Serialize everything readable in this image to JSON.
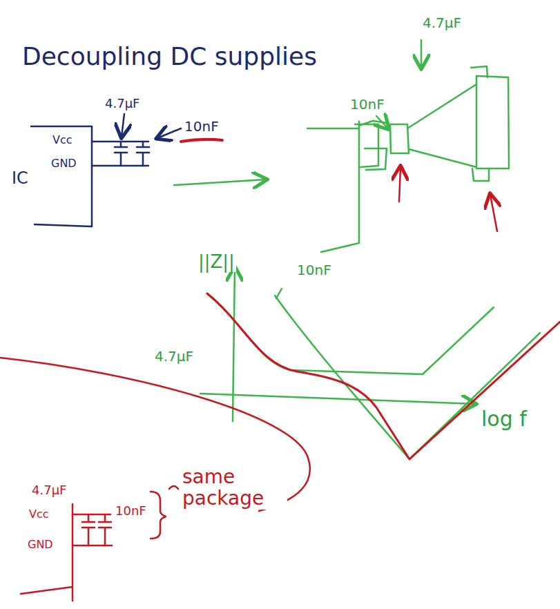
{
  "diagram": {
    "title": "Decoupling DC supplies",
    "labels": [
      "4.7µF",
      "Vcc",
      "GND",
      "IC",
      "10nF",
      "10nF",
      "4.7µF",
      "||Z||",
      "10nF",
      "4.7µF",
      "log f",
      "4.7µF",
      "same package",
      "10nF",
      "Vcc",
      "GND"
    ]
  }
}
